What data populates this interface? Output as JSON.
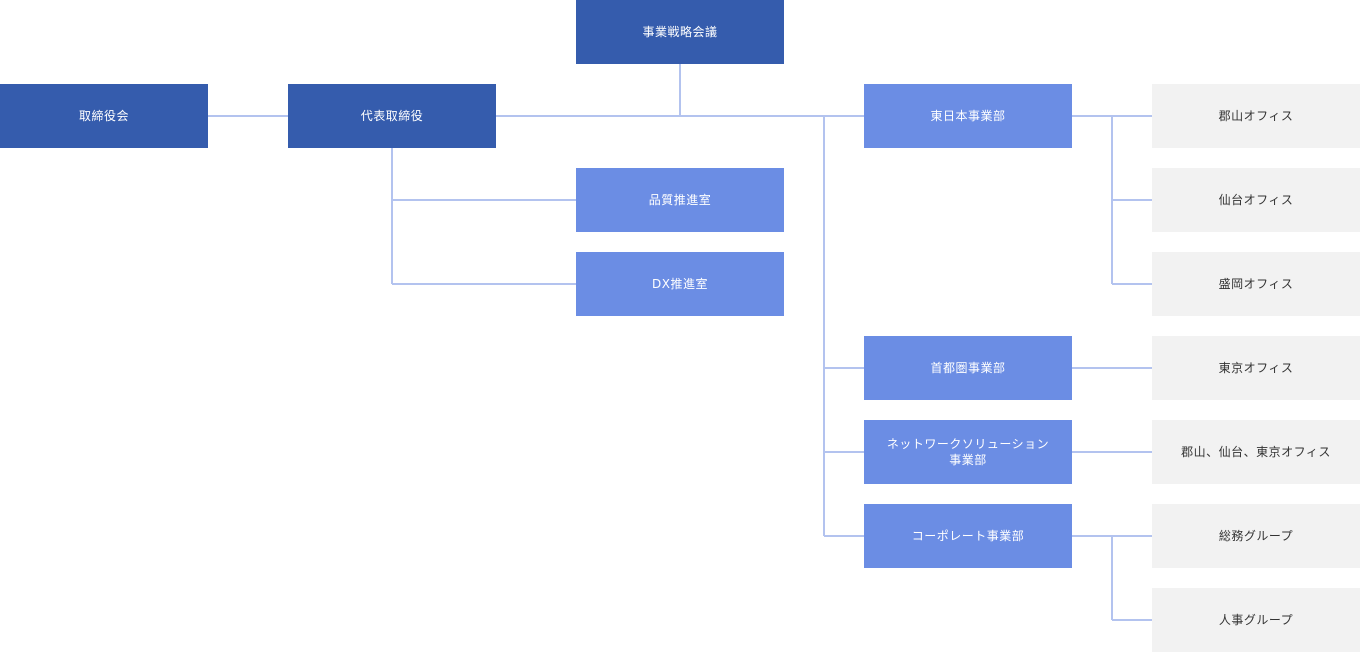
{
  "colors": {
    "top_level": "#355cad",
    "division": "#6b8de4",
    "office": "#f2f2f2",
    "connector": "#b3c3ef"
  },
  "org": {
    "strategy_meeting": "事業戦略会議",
    "board": "取締役会",
    "president": "代表取締役",
    "quality_office": "品質推進室",
    "dx_office": "DX推進室",
    "east_japan": {
      "name": "東日本事業部",
      "offices": [
        "郡山オフィス",
        "仙台オフィス",
        "盛岡オフィス"
      ]
    },
    "metro": {
      "name": "首都圏事業部",
      "offices": [
        "東京オフィス"
      ]
    },
    "network": {
      "name": "ネットワークソリューション\n事業部",
      "offices": [
        "郡山、仙台、東京オフィス"
      ]
    },
    "corporate": {
      "name": "コーポレート事業部",
      "offices": [
        "総務グループ",
        "人事グループ"
      ]
    }
  }
}
